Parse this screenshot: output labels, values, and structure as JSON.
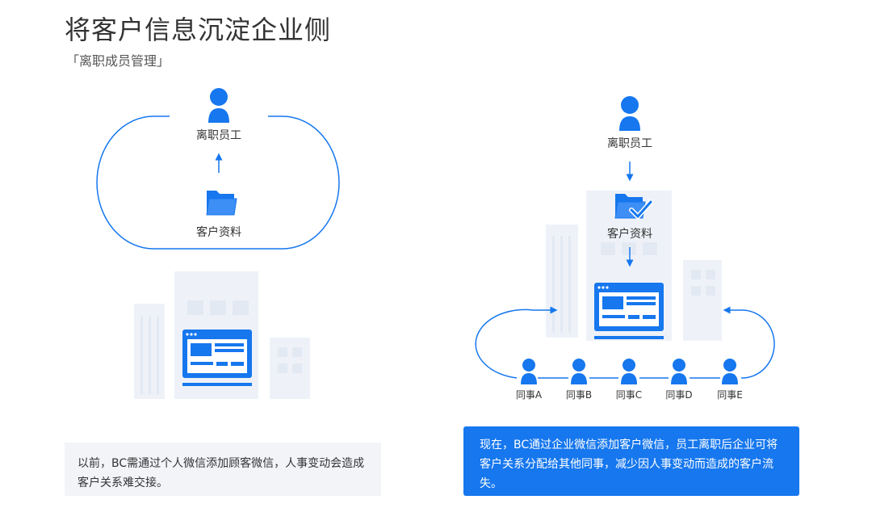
{
  "title": "将客户信息沉淀企业侧",
  "subtitle": "「离职成员管理」",
  "colors": {
    "accent": "#1677ee",
    "ghost": "#eef2f8",
    "box_left_bg": "#f2f4f8"
  },
  "left_diagram": {
    "employee_label": "离职员工",
    "folder_label": "客户资料",
    "note": "以前，BC需通过个人微信添加顾客微信，人事变动会造成客户关系难交接。"
  },
  "right_diagram": {
    "employee_label": "离职员工",
    "folder_label": "客户资料",
    "colleagues": [
      "同事A",
      "同事B",
      "同事C",
      "同事D",
      "同事E"
    ],
    "note": "现在，BC通过企业微信添加客户微信，员工离职后企业可将客户关系分配给其他同事，减少因人事变动而造成的客户流失。"
  },
  "icons": [
    "person-icon",
    "folder-icon",
    "folder-check-icon",
    "browser-window-icon",
    "building-icon",
    "arrow-icon"
  ]
}
